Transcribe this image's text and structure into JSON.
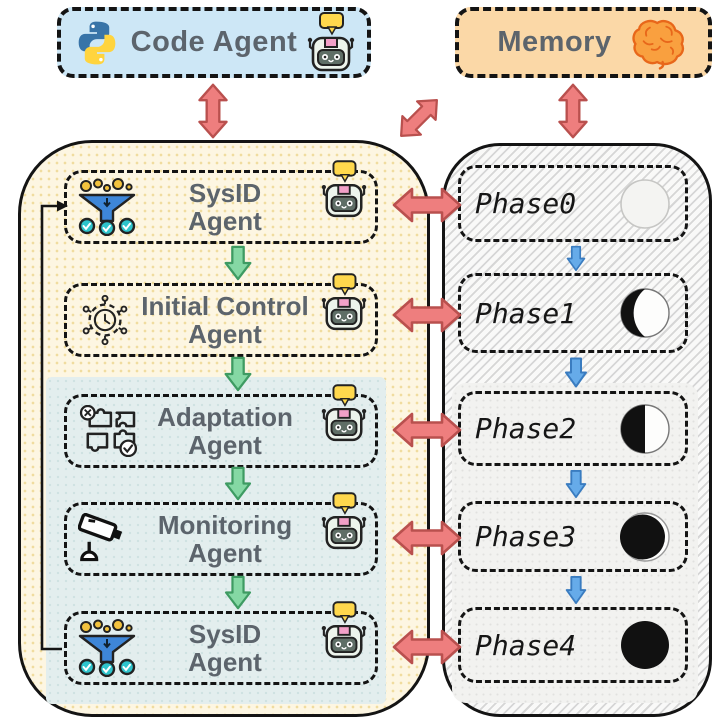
{
  "top_row": {
    "code_agent": {
      "label": "Code Agent"
    },
    "memory": {
      "label": "Memory"
    }
  },
  "agent_panel": {
    "agents": [
      {
        "name": "SysID",
        "suffix": "Agent",
        "icon": "funnel-icon"
      },
      {
        "name": "Initial Control",
        "suffix": "Agent",
        "icon": "gear-icon"
      },
      {
        "name": "Adaptation",
        "suffix": "Agent",
        "icon": "puzzle-icon"
      },
      {
        "name": "Monitoring",
        "suffix": "Agent",
        "icon": "camera-icon"
      },
      {
        "name": "SysID",
        "suffix": "Agent",
        "icon": "funnel-icon"
      }
    ]
  },
  "phase_panel": {
    "phases": [
      {
        "label": "Phase0",
        "moon": "new-moon-icon"
      },
      {
        "label": "Phase1",
        "moon": "waning-crescent-moon-icon"
      },
      {
        "label": "Phase2",
        "moon": "half-moon-icon"
      },
      {
        "label": "Phase3",
        "moon": "gibbous-moon-icon"
      },
      {
        "label": "Phase4",
        "moon": "full-moon-icon"
      }
    ]
  },
  "colors": {
    "code_agent_bg": "#cde7f6",
    "memory_bg": "#fbd8a7",
    "agent_panel_bg": "#fdf6e2",
    "agent_subpanel_bg": "#e3eeee",
    "phase_panel_bg": "#f5f5f4",
    "phase_subpanel_bg": "#f2f2f0",
    "red_arrow": "#ee7e7e",
    "green_arrow": "#85d8a4",
    "blue_arrow": "#66abe9",
    "label_text": "#5c646c"
  }
}
